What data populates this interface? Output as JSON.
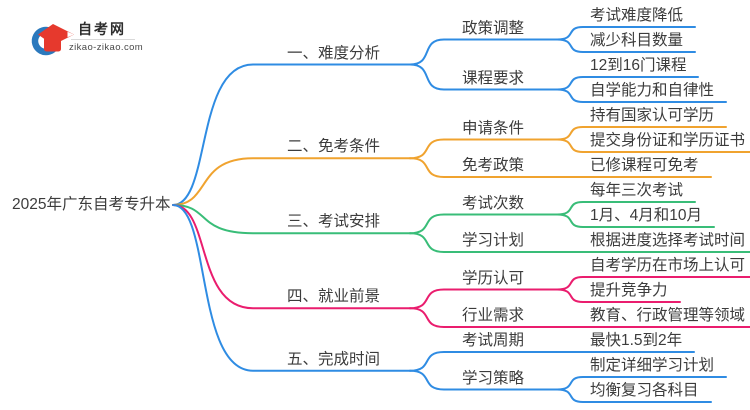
{
  "logo": {
    "site_name": "自考网",
    "site_url": "zikao-zikao.com"
  },
  "mindmap": {
    "root": "2025年广东自考专升本",
    "branches": [
      {
        "label": "一、难度分析",
        "color": "#2f8ce3",
        "children": [
          {
            "label": "政策调整",
            "children": [
              {
                "label": "考试难度降低"
              },
              {
                "label": "减少科目数量"
              }
            ]
          },
          {
            "label": "课程要求",
            "children": [
              {
                "label": "12到16门课程"
              },
              {
                "label": "自学能力和自律性"
              }
            ]
          }
        ]
      },
      {
        "label": "二、免考条件",
        "color": "#f0a32f",
        "children": [
          {
            "label": "申请条件",
            "children": [
              {
                "label": "持有国家认可学历"
              },
              {
                "label": "提交身份证和学历证书"
              }
            ]
          },
          {
            "label": "免考政策",
            "children": [
              {
                "label": "已修课程可免考"
              }
            ]
          }
        ]
      },
      {
        "label": "三、考试安排",
        "color": "#39bd78",
        "children": [
          {
            "label": "考试次数",
            "children": [
              {
                "label": "每年三次考试"
              },
              {
                "label": "1月、4月和10月"
              }
            ]
          },
          {
            "label": "学习计划",
            "children": [
              {
                "label": "根据进度选择考试时间"
              }
            ]
          }
        ]
      },
      {
        "label": "四、就业前景",
        "color": "#ea1d6e",
        "children": [
          {
            "label": "学历认可",
            "children": [
              {
                "label": "自考学历在市场上认可"
              },
              {
                "label": "提升竞争力"
              }
            ]
          },
          {
            "label": "行业需求",
            "children": [
              {
                "label": "教育、行政管理等领域"
              }
            ]
          }
        ]
      },
      {
        "label": "五、完成时间",
        "color": "#2f8ce3",
        "children": [
          {
            "label": "考试周期",
            "children": [
              {
                "label": "最快1.5到2年"
              }
            ]
          },
          {
            "label": "学习策略",
            "children": [
              {
                "label": "制定详细学习计划"
              },
              {
                "label": "均衡复习各科目"
              }
            ]
          }
        ]
      }
    ]
  }
}
